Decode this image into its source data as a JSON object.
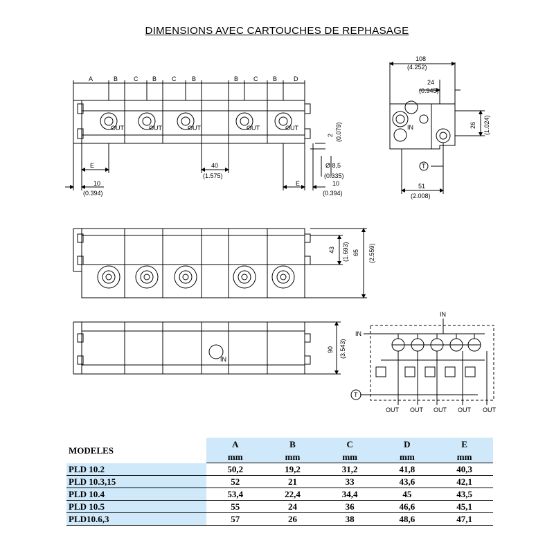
{
  "title": "DIMENSIONS AVEC CARTOUCHES DE REPHASAGE",
  "labels": {
    "A": "A",
    "B": "B",
    "C": "C",
    "D": "D",
    "E": "E",
    "out": "OUT",
    "in": "IN",
    "t": "T"
  },
  "dimensions": {
    "d10": "10",
    "d10_in": "(0.394)",
    "d40": "40",
    "d40_in": "(1.575)",
    "d2": "2",
    "d2_in": "(0.079)",
    "d85": "Ø 8,5",
    "d85_in": "(0.335)",
    "d108": "108",
    "d108_in": "(4.252)",
    "d24": "24",
    "d24_in": "(0.945)",
    "d26": "26",
    "d26_in": "(1.024)",
    "d51": "51",
    "d51_in": "(2.008)",
    "d43": "43",
    "d43_in": "(1.693)",
    "d65": "65",
    "d65_in": "(2.559)",
    "d90": "90",
    "d90_in": "(3.543)"
  },
  "table": {
    "model_header": "MODELES",
    "columns": [
      {
        "name": "A",
        "unit": "mm"
      },
      {
        "name": "B",
        "unit": "mm"
      },
      {
        "name": "C",
        "unit": "mm"
      },
      {
        "name": "D",
        "unit": "mm"
      },
      {
        "name": "E",
        "unit": "mm"
      }
    ],
    "rows": [
      {
        "model": "PLD 10.2",
        "values": [
          "50,2",
          "19,2",
          "31,2",
          "41,8",
          "40,3"
        ]
      },
      {
        "model": "PLD 10.3,15",
        "values": [
          "52",
          "21",
          "33",
          "43,6",
          "42,1"
        ]
      },
      {
        "model": "PLD 10.4",
        "values": [
          "53,4",
          "22,4",
          "34,4",
          "45",
          "43,5"
        ]
      },
      {
        "model": "PLD 10.5",
        "values": [
          "55",
          "24",
          "36",
          "46,6",
          "45,1"
        ]
      },
      {
        "model": "PLD10.6,3",
        "values": [
          "57",
          "26",
          "38",
          "48,6",
          "47,1"
        ]
      }
    ]
  }
}
